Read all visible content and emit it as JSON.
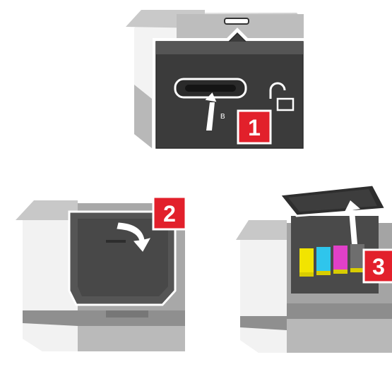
{
  "steps": [
    {
      "number": "1",
      "latch_letter": "B"
    },
    {
      "number": "2"
    },
    {
      "number": "3"
    }
  ],
  "colors": {
    "step_badge": "#e2202b",
    "printer_body": "#d9d9d9",
    "printer_side": "#c4c4c4",
    "printer_dark": "#4a4a4a",
    "callout_bg": "#3a3a3a",
    "arrow": "#ffffff",
    "toner_yellow": "#f2e400",
    "toner_cyan": "#2fc5ec",
    "toner_magenta": "#e040c8",
    "toner_black": "#6e6e6e"
  }
}
